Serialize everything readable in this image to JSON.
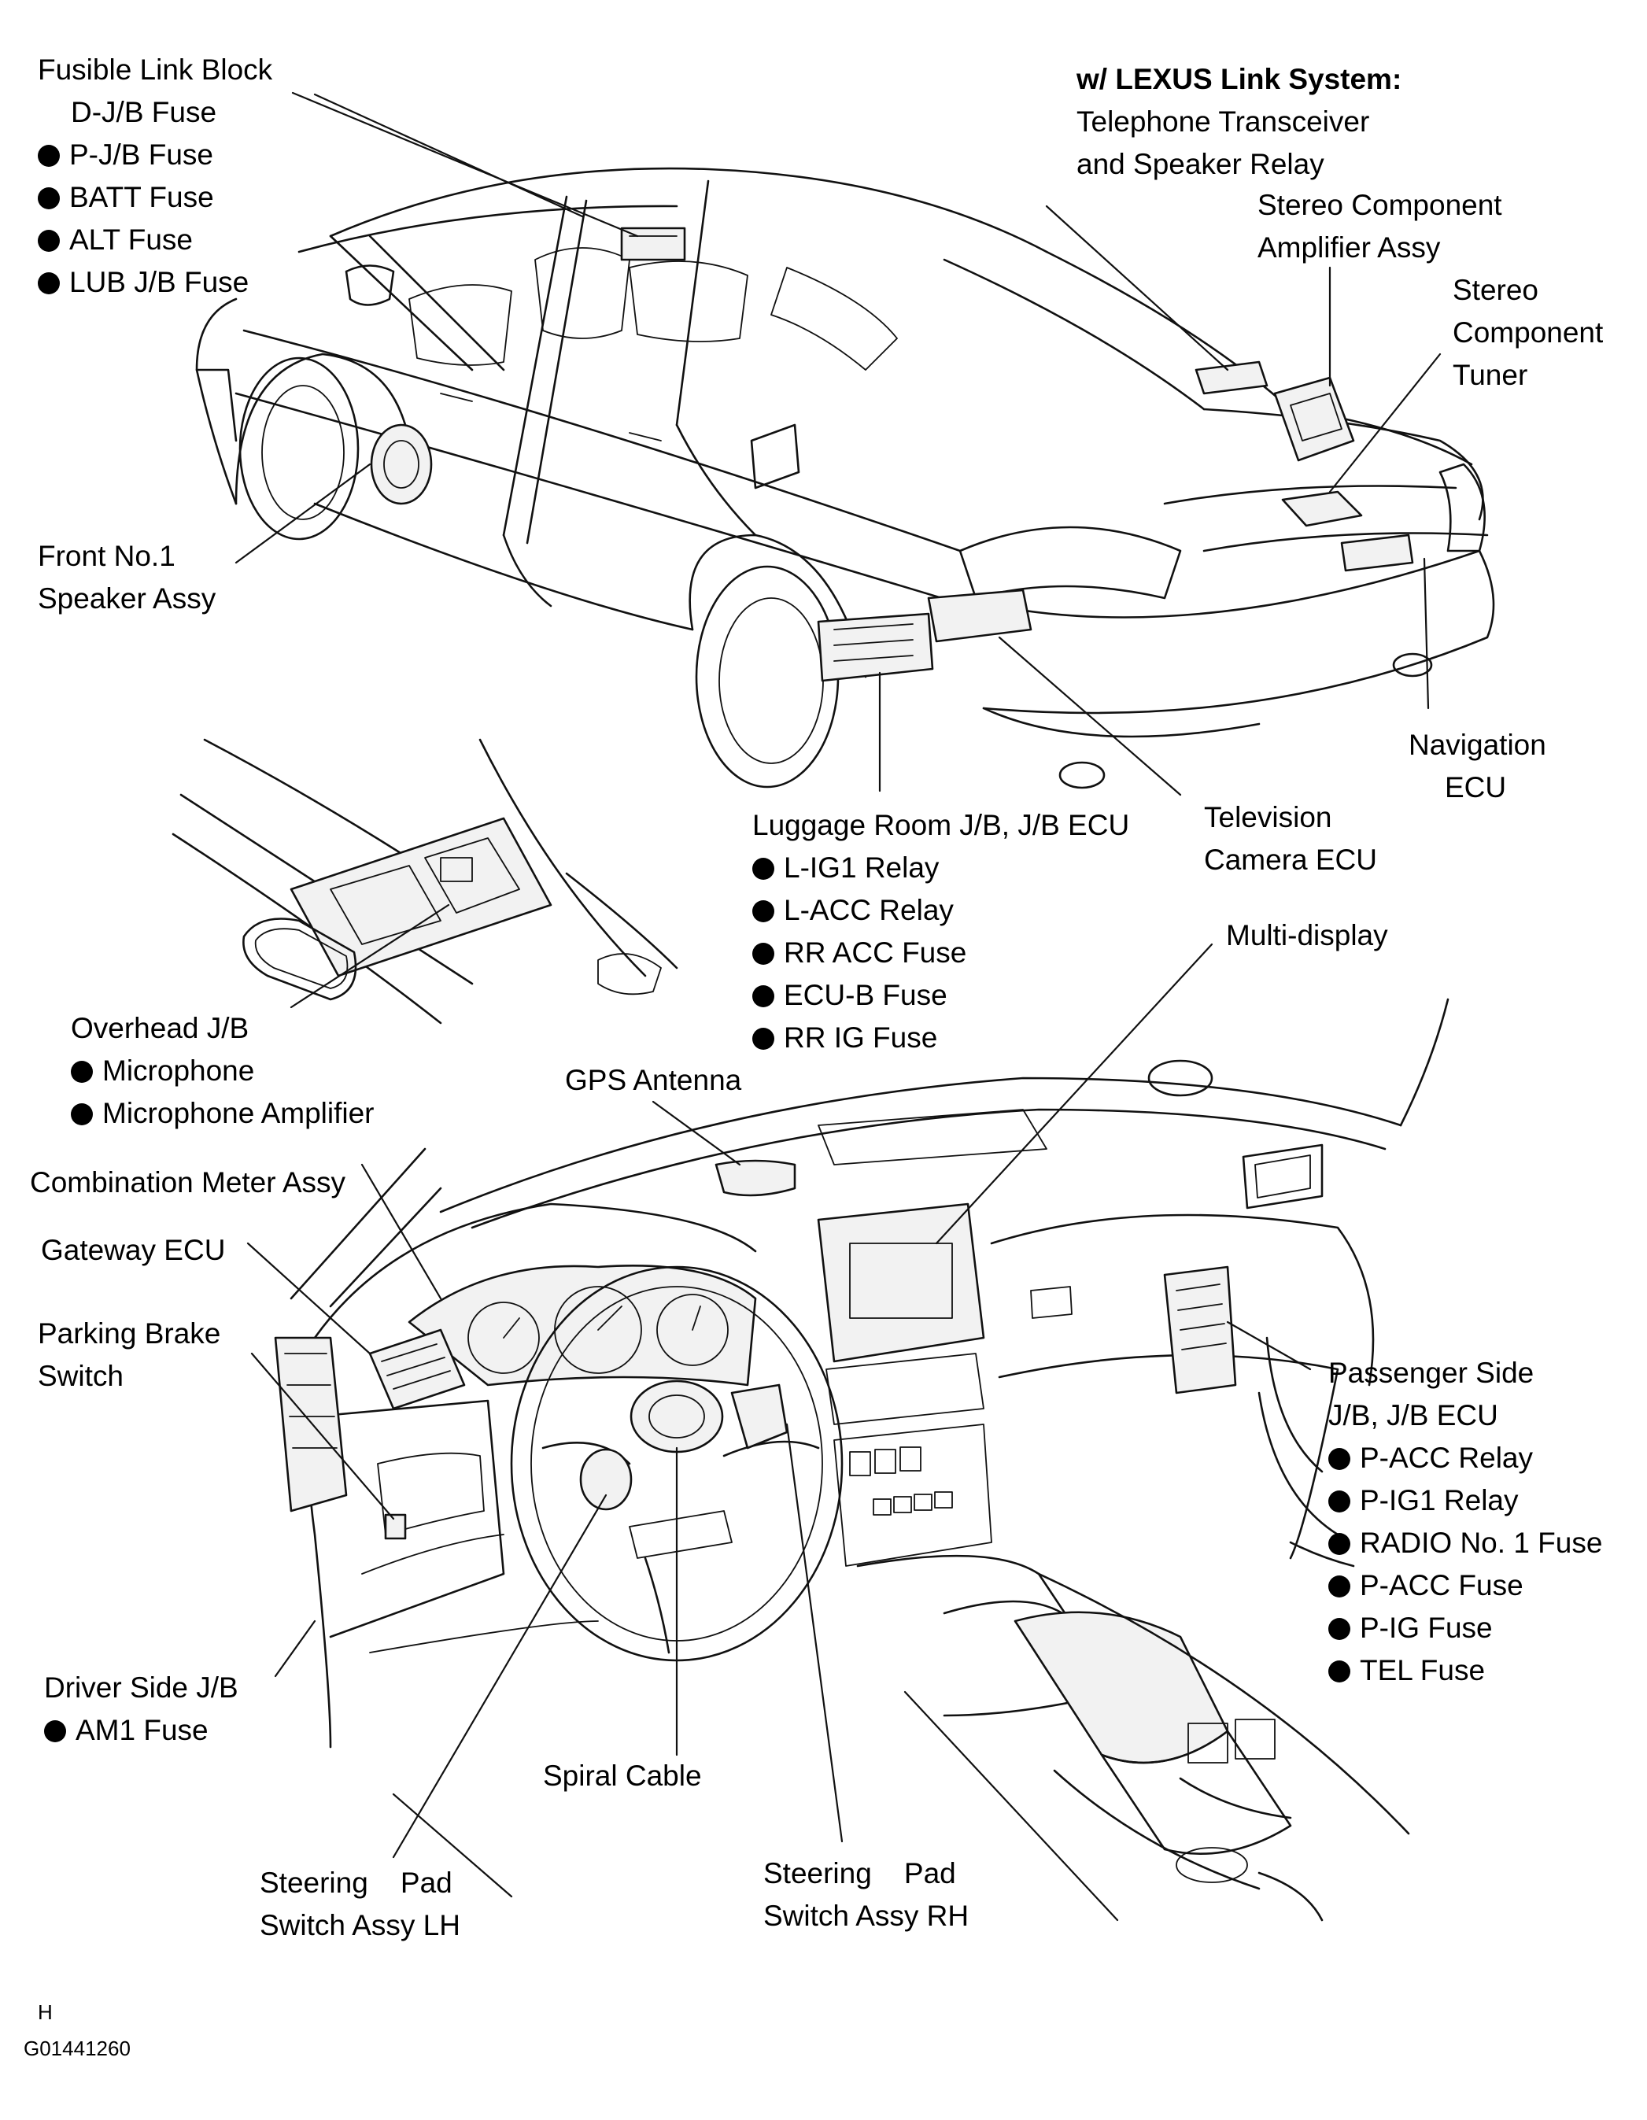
{
  "labels": {
    "fusible_link": [
      "Fusible Link Block",
      "D-J/B Fuse"
    ],
    "fusible_link_items": [
      "P-J/B Fuse",
      "BATT Fuse",
      "ALT Fuse",
      "LUB J/B Fuse"
    ],
    "lexus_link_title": "w/ LEXUS Link System:",
    "lexus_link": [
      "Telephone Transceiver",
      "and Speaker Relay"
    ],
    "stereo_amp": [
      "Stereo Component",
      "Amplifier Assy"
    ],
    "stereo_tuner": [
      "Stereo",
      "Component",
      "Tuner"
    ],
    "front_speaker": [
      "Front No.1",
      "Speaker Assy"
    ],
    "navigation_ecu": [
      "Navigation",
      "ECU"
    ],
    "luggage_jb": "Luggage Room J/B, J/B ECU",
    "luggage_jb_items": [
      "L-IG1 Relay",
      "L-ACC Relay",
      "RR ACC Fuse",
      "ECU-B Fuse",
      "RR IG Fuse"
    ],
    "tv_camera_ecu": [
      "Television",
      "Camera ECU"
    ],
    "multi_display": "Multi-display",
    "overhead_jb": "Overhead J/B",
    "overhead_jb_items": [
      "Microphone",
      "Microphone Amplifier"
    ],
    "gps_antenna": "GPS Antenna",
    "combination_meter": "Combination Meter Assy",
    "gateway_ecu": "Gateway ECU",
    "parking_brake": [
      "Parking Brake",
      "Switch"
    ],
    "passenger_jb": [
      "Passenger Side",
      "J/B, J/B ECU"
    ],
    "passenger_jb_items": [
      "P-ACC Relay",
      "P-IG1 Relay",
      "RADIO No. 1 Fuse",
      "P-ACC Fuse",
      "P-IG Fuse",
      "TEL Fuse"
    ],
    "driver_jb": "Driver Side J/B",
    "driver_jb_items": [
      "AM1 Fuse"
    ],
    "spiral_cable": "Spiral Cable",
    "steering_lh": [
      "Steering    Pad",
      "Switch Assy LH"
    ],
    "steering_rh": [
      "Steering    Pad",
      "Switch Assy RH"
    ]
  },
  "footer": {
    "letter": "H",
    "code": "G01441260"
  }
}
